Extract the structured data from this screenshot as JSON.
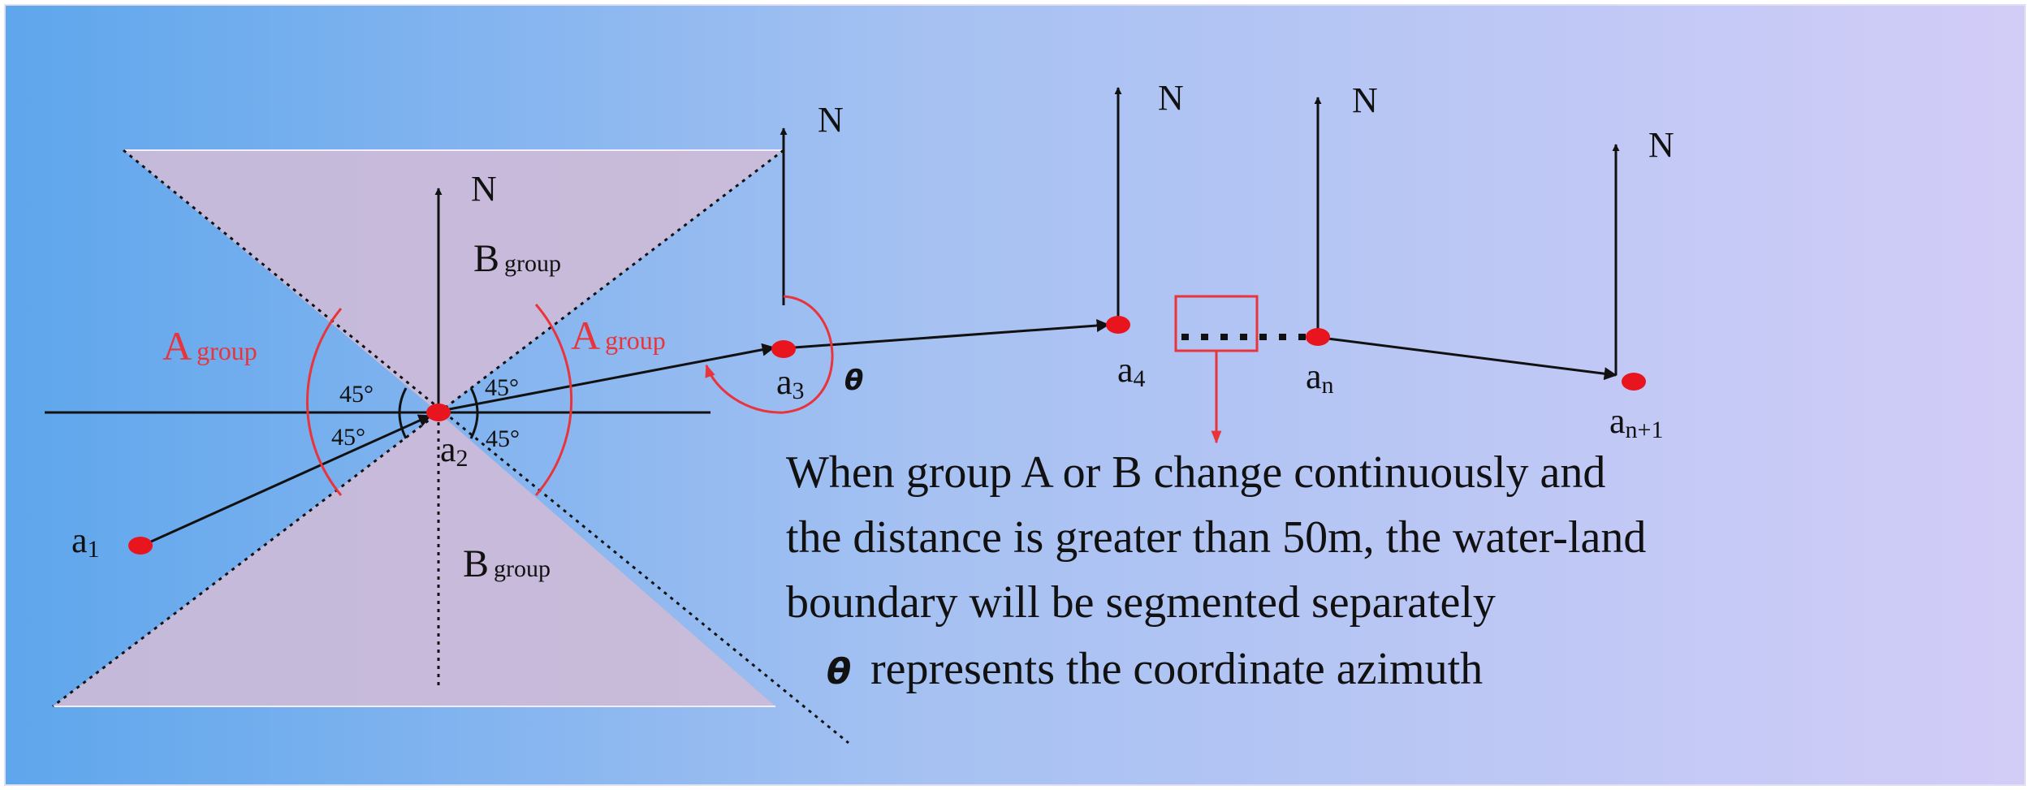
{
  "colors": {
    "bg_left": "#5ea6ec",
    "bg_mid": "#a5c1f2",
    "bg_right": "#d2cdf7",
    "cone": "#cdbbd8",
    "point_red": "#e8141e",
    "accent_red": "#e8343a",
    "ink": "#111111"
  },
  "labels": {
    "north": "N",
    "b_main": "B",
    "b_sub": "group",
    "a_main": "A",
    "a_sub": "group",
    "angle": "45°",
    "theta": "θ"
  },
  "points": {
    "a1": {
      "main": "a",
      "sub": "1"
    },
    "a2": {
      "main": "a",
      "sub": "2"
    },
    "a3": {
      "main": "a",
      "sub": "3"
    },
    "a4": {
      "main": "a",
      "sub": "4"
    },
    "an": {
      "main": "a",
      "sub": "n"
    },
    "an1": {
      "main": "a",
      "sub": "n+1"
    }
  },
  "caption": {
    "line1": "When group A or B change continuously and",
    "line2": "the distance is greater than 50m, the water-land",
    "line3": "boundary will be segmented  separately",
    "line4": "represents the coordinate azimuth"
  }
}
